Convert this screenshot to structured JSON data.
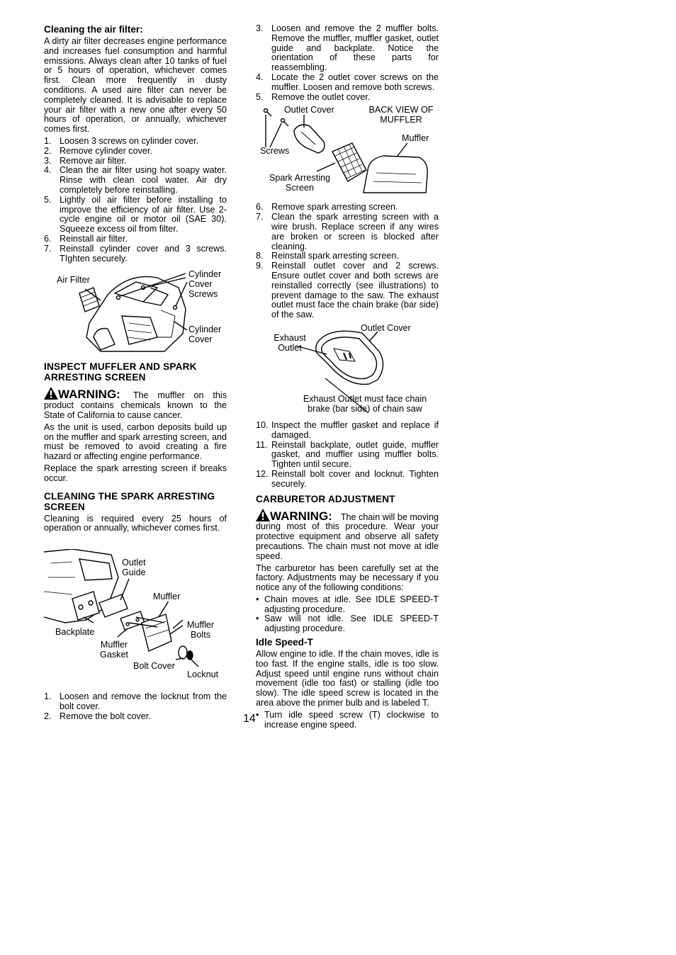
{
  "left": {
    "air_filter": {
      "heading": "Cleaning the air filter:",
      "para": "A dirty air filter decreases engine performance and increases fuel consumption and harmful emissions. Always clean after 10 tanks of fuel or 5 hours of operation, whichever comes first. Clean more frequently in dusty conditions. A used aire filter can never be completely cleaned. It is advisable to replace your air filter with a new one after every 50 hours of operation, or annually, whichever comes first.",
      "steps": [
        {
          "n": "1.",
          "t": "Loosen 3 screws on cylinder cover."
        },
        {
          "n": "2.",
          "t": "Remove cylinder cover."
        },
        {
          "n": "3.",
          "t": "Remove air filter."
        },
        {
          "n": "4.",
          "t": "Clean the air filter using hot soapy water. Rinse with clean cool water. Air dry completely before reinstalling."
        },
        {
          "n": "5.",
          "t": "Lightly oil air filter before installing to improve the efficiency of air filter. Use 2-cycle engine oil or motor oil (SAE 30). Squeeze excess oil from filter."
        },
        {
          "n": "6.",
          "t": "Reinstall air filter."
        },
        {
          "n": "7.",
          "t": "Reinstall cylinder cover and 3 screws. TIghten securely."
        }
      ],
      "fig_labels": {
        "air_filter": "Air Filter",
        "cover_screws": "Cylinder Cover Screws",
        "cylinder_cover": "Cylinder Cover"
      }
    },
    "muffler": {
      "heading": "INSPECT MUFFLER AND SPARK ARRESTING SCREEN",
      "warning_label": "WARNING:",
      "warning_text": "The muffler on this product contains chemicals known to the State of California to cause cancer.",
      "para1": "As the unit is used, carbon deposits build up on the muffler and spark arresting screen, and must be removed to avoid creating a fire hazard or affecting engine performance.",
      "para2": "Replace the spark arresting screen if breaks occur."
    },
    "spark": {
      "heading": "CLEANING THE SPARK ARRESTING SCREEN",
      "para": "Cleaning is required every 25 hours of operation or annually, whichever comes first.",
      "fig_labels": {
        "outlet_guide": "Outlet Guide",
        "muffler": "Muffler",
        "muffler_bolts": "Muffler Bolts",
        "backplate": "Backplate",
        "muffler_gasket": "Muffler Gasket",
        "bolt_cover": "Bolt Cover",
        "locknut": "Locknut"
      },
      "steps": [
        {
          "n": "1.",
          "t": "Loosen and remove the locknut from the bolt cover."
        },
        {
          "n": "2.",
          "t": "Remove the bolt cover."
        }
      ]
    }
  },
  "right": {
    "steps_a": [
      {
        "n": "3.",
        "t": "Loosen and remove the 2 muffler bolts. Remove the muffler, muffler gasket, outlet guide and backplate. Notice the orientation of these parts for reassembling."
      },
      {
        "n": "4.",
        "t": "Locate the 2 outlet cover screws on the muffler. Loosen and remove both screws."
      },
      {
        "n": "5.",
        "t": "Remove the outlet cover."
      }
    ],
    "fig1_labels": {
      "outlet_cover": "Outlet Cover",
      "back_view": "BACK VIEW OF MUFFLER",
      "muffler": "Muffler",
      "screws": "Screws",
      "spark_screen": "Spark Arresting Screen"
    },
    "steps_b": [
      {
        "n": "6.",
        "t": "Remove spark arresting screen."
      },
      {
        "n": "7.",
        "t": "Clean the spark arresting screen with a wire brush. Replace screen if any wires are broken or screen is blocked after cleaning."
      },
      {
        "n": "8.",
        "t": "Reinstall spark arresting screen."
      },
      {
        "n": "9.",
        "t": "Reinstall outlet cover and 2 screws. Ensure outlet cover and both screws are reinstalled correctly (see illustrations) to prevent damage to the saw. The exhaust outlet must face the chain brake (bar side) of the saw."
      }
    ],
    "fig2_labels": {
      "outlet_cover": "Outlet Cover",
      "exhaust_outlet": "Exhaust Outlet",
      "caption": "Exhaust Outlet must face chain brake (bar side) of chain saw"
    },
    "steps_c": [
      {
        "n": "10.",
        "t": "Inspect the muffler gasket and replace if damaged."
      },
      {
        "n": "11.",
        "t": "Reinstall backplate, outlet guide, muffler gasket, and muffler using muffler bolts. Tighten until secure."
      },
      {
        "n": "12.",
        "t": "Reinstall bolt cover and locknut. Tighten securely."
      }
    ],
    "carb": {
      "heading": "CARBURETOR ADJUSTMENT",
      "warning_label": "WARNING:",
      "warning_text": "The chain will be moving during most of this procedure. Wear your protective equipment and observe all safety precautions. The chain must not move at idle speed.",
      "para": "The carburetor has been carefully set at the factory. Adjustments may be necessary if you notice any of the following conditions:",
      "bullets": [
        "Chain moves at idle. See IDLE SPEED-T adjusting procedure.",
        "Saw will not idle. See IDLE SPEED-T adjusting procedure."
      ]
    },
    "idle": {
      "heading": "Idle Speed-T",
      "para": "Allow engine to idle. If the chain moves, idle is too fast. If the engine stalls, idle is too slow. Adjust speed until engine runs without chain movement (idle too fast) or stalling (idle too slow). The idle speed screw is located in the area above the primer bulb and is labeled T.",
      "bullets": [
        "Turn idle speed screw (T) clockwise to increase engine speed."
      ]
    }
  },
  "page_number": "14"
}
